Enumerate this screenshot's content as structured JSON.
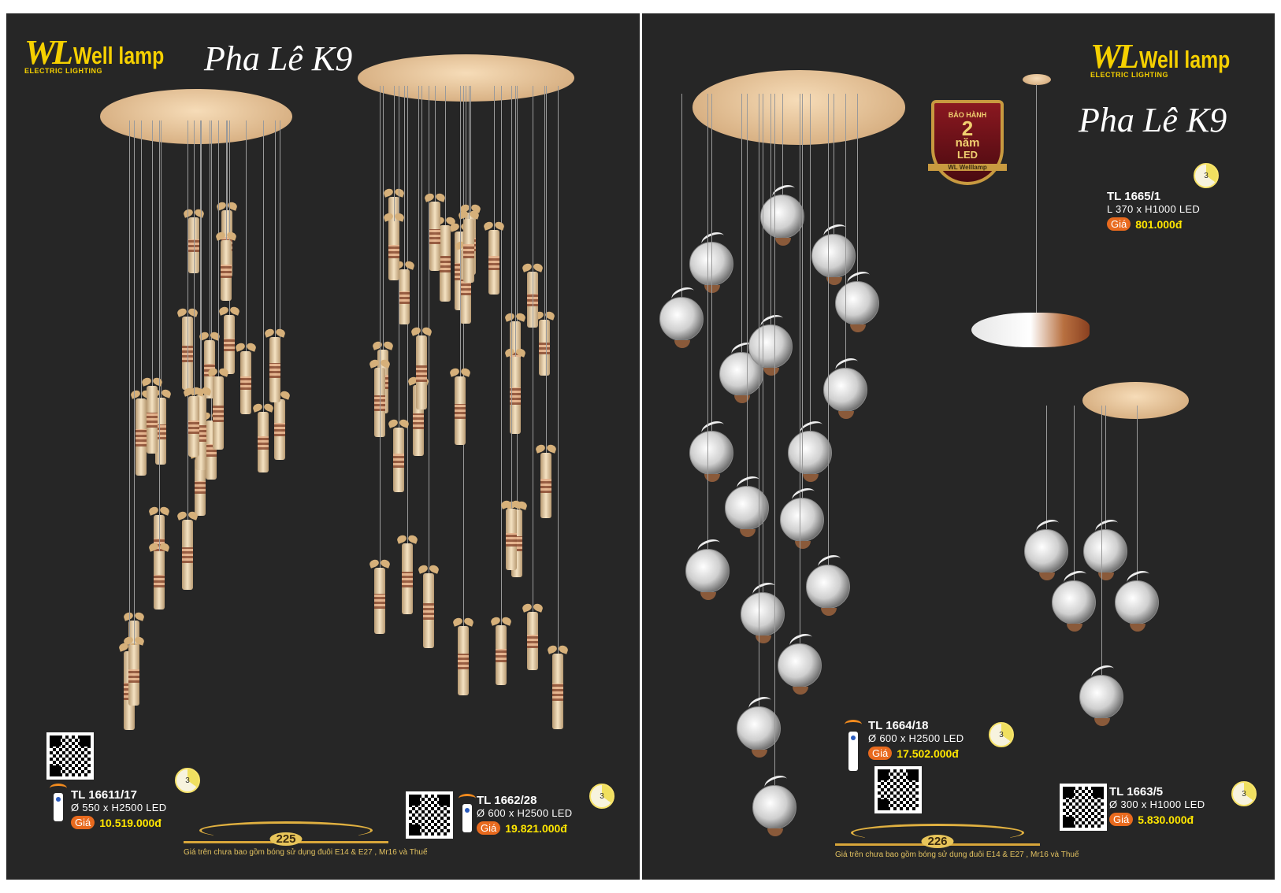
{
  "brand": {
    "name": "Well lamp",
    "mark": "WL",
    "tagline": "ELECTRIC LIGHTING"
  },
  "series_title": "Pha Lê K9",
  "warranty": {
    "line1": "BẢO HÀNH",
    "years": "2",
    "unit": "năm",
    "type": "LED",
    "brand": "WL Welllamp"
  },
  "price_label": "Giá",
  "color_modes": "3",
  "footer_note": "Giá trên chưa bao gồm bóng sử dụng đuôi E14 & E27 , Mr16 và Thuế",
  "pages": [
    {
      "number": "225"
    },
    {
      "number": "226"
    }
  ],
  "products": [
    {
      "code": "TL 16611/17",
      "spec": "Ø 550 x H2500 LED",
      "price": "10.519.000đ"
    },
    {
      "code": "TL 1662/28",
      "spec": "Ø 600 x H2500 LED",
      "price": "19.821.000đ"
    },
    {
      "code": "TL 1665/1",
      "spec": "L 370 x H1000 LED",
      "price": "801.000đ"
    },
    {
      "code": "TL 1664/18",
      "spec": "Ø 600 x H2500 LED",
      "price": "17.502.000đ"
    },
    {
      "code": "TL 1663/5",
      "spec": "Ø 300 x H1000 LED",
      "price": "5.830.000đ"
    }
  ],
  "colors": {
    "background": "#262626",
    "accent": "#f5d000",
    "price": "#ffe600",
    "badge": "#e86a1e"
  }
}
